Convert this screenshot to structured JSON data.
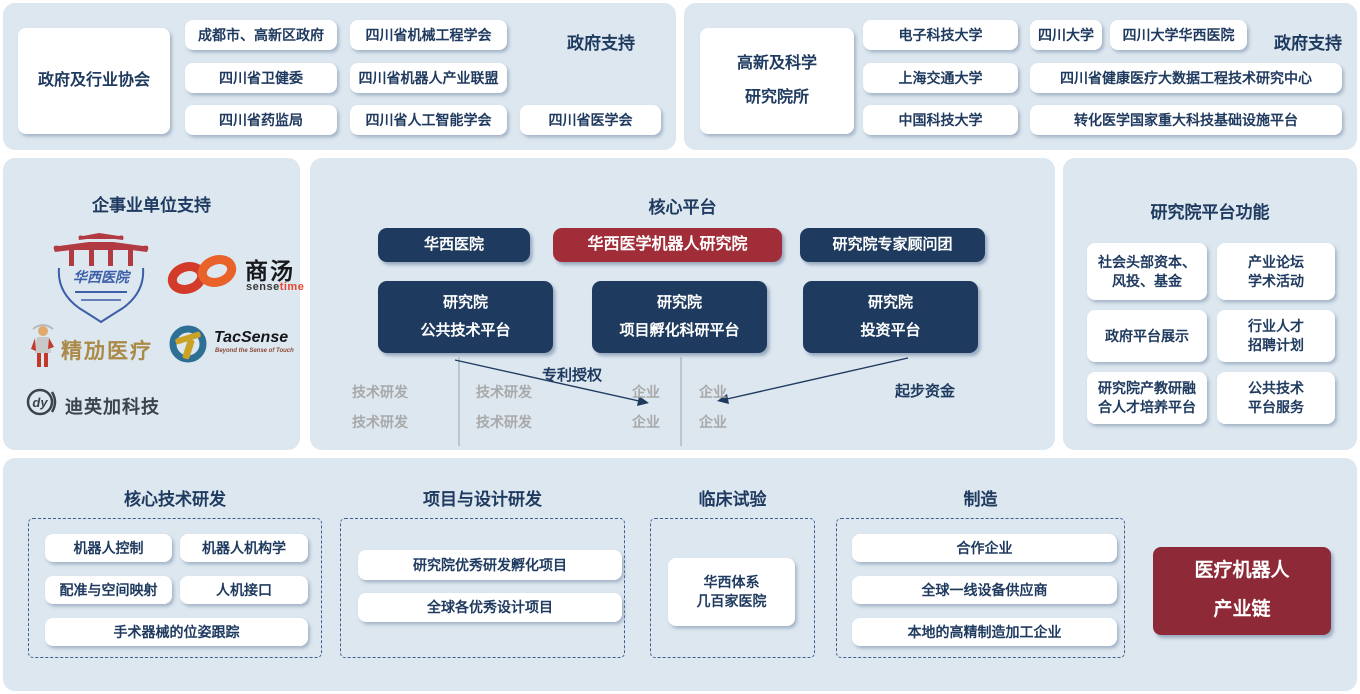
{
  "colors": {
    "panel_bg": "#dce7f0",
    "navy_text": "#1f3a5f",
    "navy_box": "#1e3a5e",
    "red_box": "#a12d38",
    "chain_red": "#8e2a38",
    "gray_text": "#a9a9a9"
  },
  "top_left": {
    "main": "政府及行业协会",
    "corner": "政府支持",
    "items": [
      "成都市、高新区政府",
      "四川省机械工程学会",
      "四川省卫健委",
      "四川省机器人产业联盟",
      "四川省药监局",
      "四川省人工智能学会",
      "四川省医学会"
    ]
  },
  "top_right": {
    "main": "高新及科学\n研究院所",
    "corner": "政府支持",
    "items": [
      "电子科技大学",
      "四川大学",
      "四川大学华西医院",
      "上海交通大学",
      "四川省健康医疗大数据工程技术研究中心",
      "中国科技大学",
      "转化医学国家重大科技基础设施平台"
    ]
  },
  "enterprise": {
    "title": "企事业单位支持",
    "logos": {
      "huaxi": "华西医院",
      "sensetime_cn": "商汤",
      "sensetime_en_a": "sense",
      "sensetime_en_b": "time",
      "jingmai": "精劢医疗",
      "tacsense": "TacSense",
      "tacsense_tagline": "Beyond the Sense of Touch",
      "diyingjia_mark": "dy",
      "diyingjia": "迪英加科技"
    }
  },
  "core": {
    "title": "核心平台",
    "row1": [
      "华西医院",
      "华西医学机器人研究院",
      "研究院专家顾问团"
    ],
    "row2": [
      "研究院\n公共技术平台",
      "研究院\n项目孵化科研平台",
      "研究院\n投资平台"
    ],
    "patent_label": "专利授权",
    "seed_label": "起步资金",
    "rd_label": "技术研发",
    "ent_label": "企业"
  },
  "functions": {
    "title": "研究院平台功能",
    "items": [
      "社会头部资本、\n风投、基金",
      "产业论坛\n学术活动",
      "政府平台展示",
      "行业人才\n招聘计划",
      "研究院产教研融\n合人才培养平台",
      "公共技术\n平台服务"
    ]
  },
  "bottom": {
    "sections": [
      {
        "title": "核心技术研发",
        "items": [
          "机器人控制",
          "机器人机构学",
          "配准与空间映射",
          "人机接口",
          "手术器械的位姿跟踪"
        ]
      },
      {
        "title": "项目与设计研发",
        "items": [
          "研究院优秀研发孵化项目",
          "全球各优秀设计项目"
        ]
      },
      {
        "title": "临床试验",
        "items": [
          "华西体系\n几百家医院"
        ]
      },
      {
        "title": "制造",
        "items": [
          "合作企业",
          "全球一线设备供应商",
          "本地的高精制造加工企业"
        ]
      }
    ],
    "chain": "医疗机器人\n产业链"
  }
}
